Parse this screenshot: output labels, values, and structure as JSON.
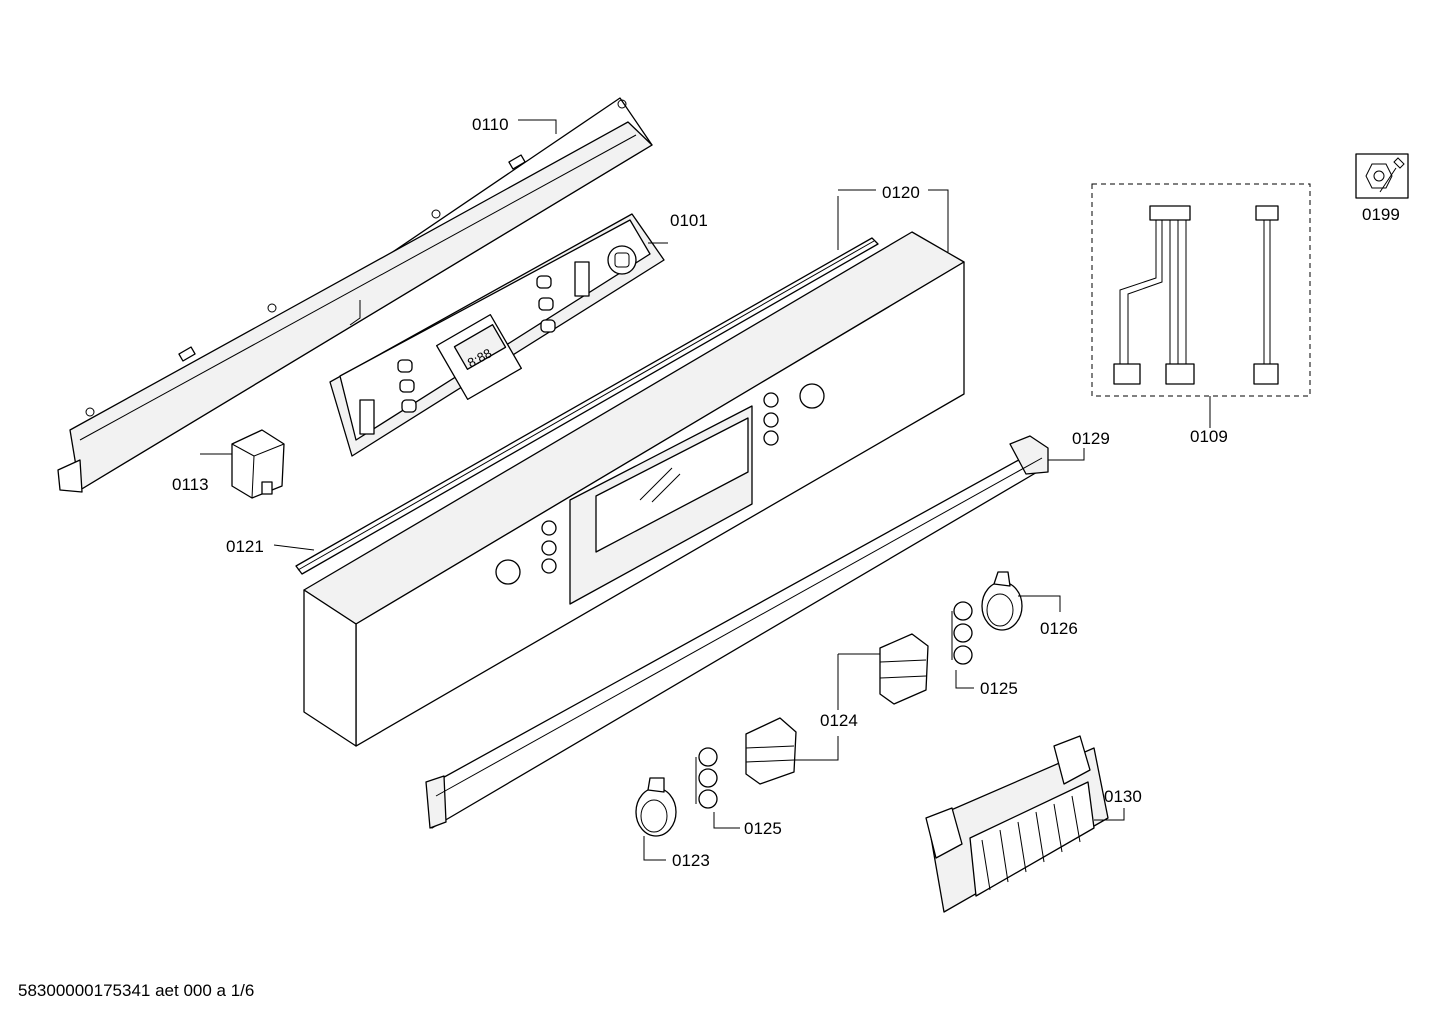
{
  "diagram": {
    "labels": {
      "p0101": "0101",
      "p0109": "0109",
      "p0110": "0110",
      "p0113": "0113",
      "p0120": "0120",
      "p0121": "0121",
      "p0123": "0123",
      "p0124": "0124",
      "p0125a": "0125",
      "p0125b": "0125",
      "p0126": "0126",
      "p0129": "0129",
      "p0130": "0130",
      "p0199": "0199"
    },
    "display_readout": "8:88"
  },
  "footer": {
    "code": "58300000175341 aet 000 a 1/6"
  }
}
